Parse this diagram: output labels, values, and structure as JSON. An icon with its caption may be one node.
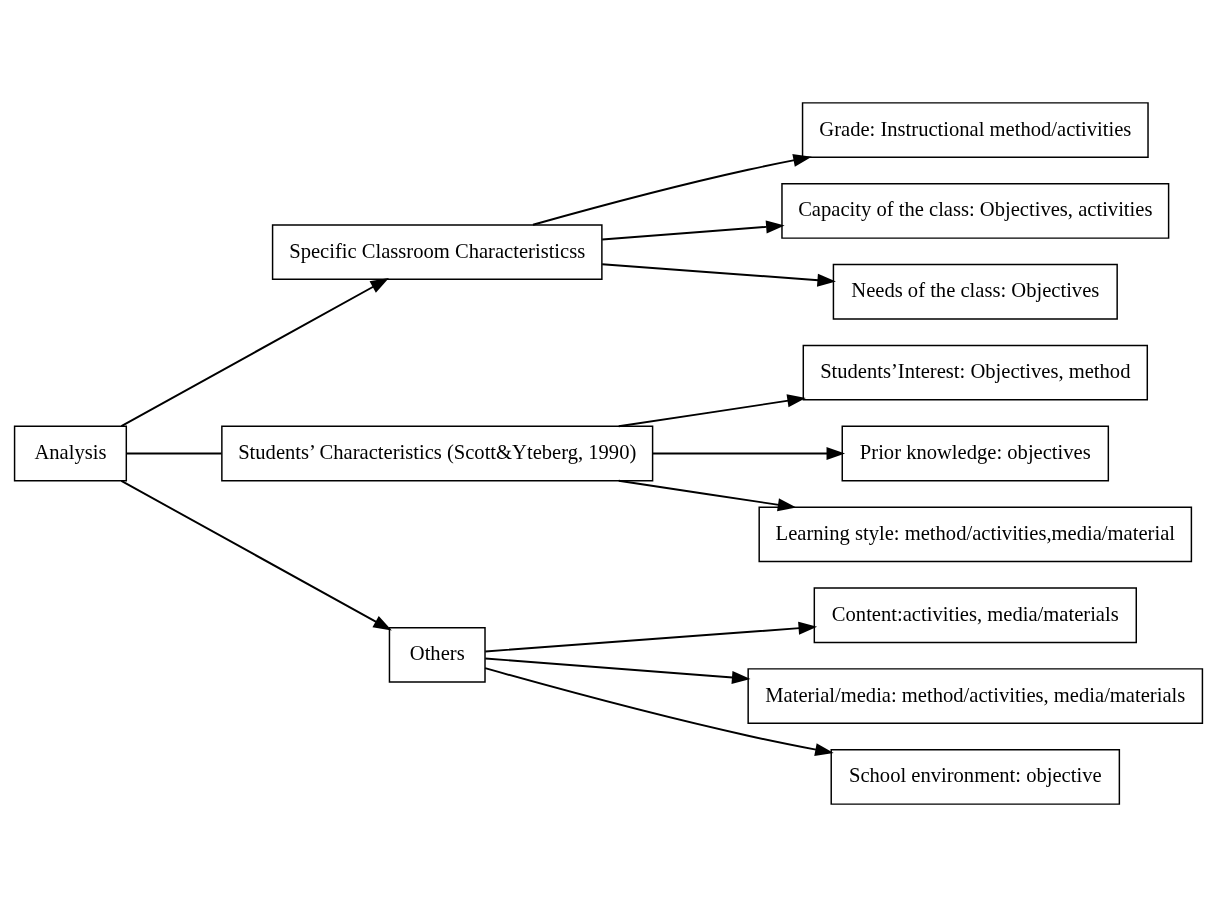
{
  "diagram": {
    "nodes": [
      {
        "text": [
          "Analysis"
        ]
      },
      {
        "text": [
          "Specific Classroom Characteristicss"
        ]
      },
      {
        "text": [
          "Students’ Characteristics (Scott&Yteberg, 1990)"
        ]
      },
      {
        "text": [
          "Others"
        ]
      },
      {
        "text": [
          "Grade: Instructional method/activities"
        ]
      },
      {
        "text": [
          "Capacity of the class: Objectives, activities"
        ]
      },
      {
        "text": [
          "Needs of the class: Objectives"
        ]
      },
      {
        "text": [
          "Students’Interest: Objectives, method"
        ]
      },
      {
        "text": [
          "Prior knowledge: objectives"
        ]
      },
      {
        "text": [
          "Learning style: method/activities,media/material"
        ]
      },
      {
        "text": [
          "Content:activities, media/materials"
        ]
      },
      {
        "text": [
          "Material/media: method/activities, media/materials"
        ]
      },
      {
        "text": [
          "School environment: objective"
        ]
      }
    ],
    "edges": [
      {
        "from": 0,
        "to": 1,
        "arrow": "to"
      },
      {
        "from": 0,
        "to": 2,
        "arrow": "none"
      },
      {
        "from": 0,
        "to": 3,
        "arrow": "to"
      },
      {
        "from": 1,
        "to": 4,
        "arrow": "to"
      },
      {
        "from": 1,
        "to": 5,
        "arrow": "to"
      },
      {
        "from": 1,
        "to": 6,
        "arrow": "to"
      },
      {
        "from": 2,
        "to": 7,
        "arrow": "to"
      },
      {
        "from": 2,
        "to": 8,
        "arrow": "to"
      },
      {
        "from": 2,
        "to": 9,
        "arrow": "to"
      },
      {
        "from": 3,
        "to": 10,
        "arrow": "to"
      },
      {
        "from": 3,
        "to": 11,
        "arrow": "to"
      },
      {
        "from": 3,
        "to": 12,
        "arrow": "to"
      }
    ]
  }
}
